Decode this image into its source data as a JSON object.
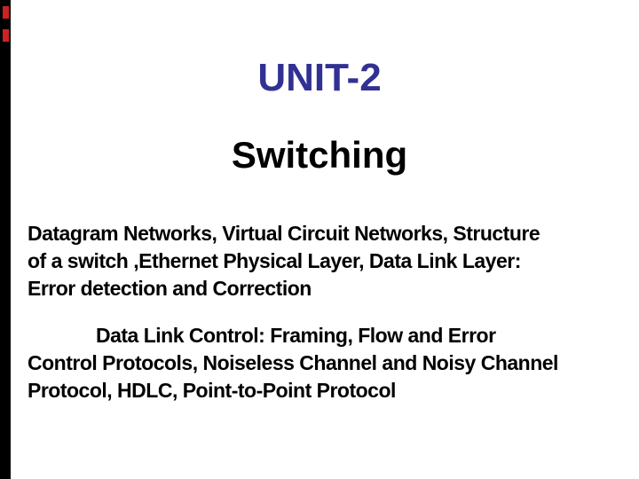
{
  "slide": {
    "title": "UNIT-2",
    "subtitle": "Switching",
    "paragraph1": "Datagram Networks, Virtual Circuit Networks, Structure\nof a switch ,Ethernet Physical Layer, Data Link Layer:\nError detection and Correction",
    "paragraph2": "Data Link Control: Framing, Flow and Error\nControl Protocols, Noiseless Channel and Noisy Channel\nProtocol, HDLC, Point-to-Point Protocol",
    "colors": {
      "title_text": "#313193",
      "body_text": "#000000",
      "background": "#FFFFFF",
      "film_bar": "#000000",
      "film_marks": "#CC2222"
    }
  }
}
